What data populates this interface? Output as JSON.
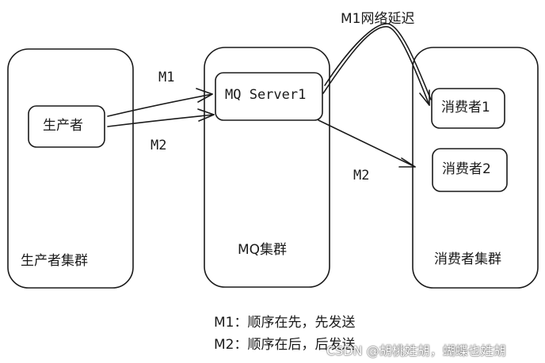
{
  "clusters": {
    "producer": {
      "label": "生产者集群"
    },
    "mq": {
      "label": "MQ集群"
    },
    "consumer": {
      "label": "消费者集群"
    }
  },
  "nodes": {
    "producer": "生产者",
    "mq_server": "MQ Server1",
    "consumer1": "消费者1",
    "consumer2": "消费者2"
  },
  "edges": {
    "m1_to_server": "M1",
    "m2_to_server": "M2",
    "m1_delay": "M1网络延迟",
    "m2_to_consumer": "M2"
  },
  "legend": [
    "M1：顺序在先，先发送",
    "M2：顺序在后，后发送"
  ],
  "watermark": "CSDN @胡桃姓胡，蝴蝶也姓胡",
  "colors": {
    "stroke": "#1a1a1a",
    "background": "#ffffff"
  }
}
